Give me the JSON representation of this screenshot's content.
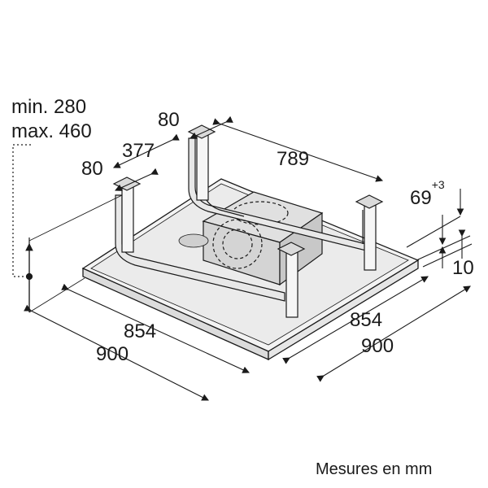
{
  "height_adjustment": {
    "min_label": "min. 280",
    "max_label": "max. 460"
  },
  "dimensions": {
    "bracket_width_top": "80",
    "bracket_width_left": "80",
    "bracket_depth_spacing": "377",
    "bracket_width_spacing": "789",
    "top_height": "69",
    "top_height_tolerance": "+3",
    "frame_height": "10",
    "inner_width_left": "854",
    "outer_width_left": "900",
    "inner_width_right": "854",
    "outer_width_right": "900"
  },
  "footer": {
    "units_note": "Mesures en mm"
  },
  "colors": {
    "line": "#1a1a1a",
    "panel": "#ececec",
    "motor": "#d9d9d9"
  }
}
